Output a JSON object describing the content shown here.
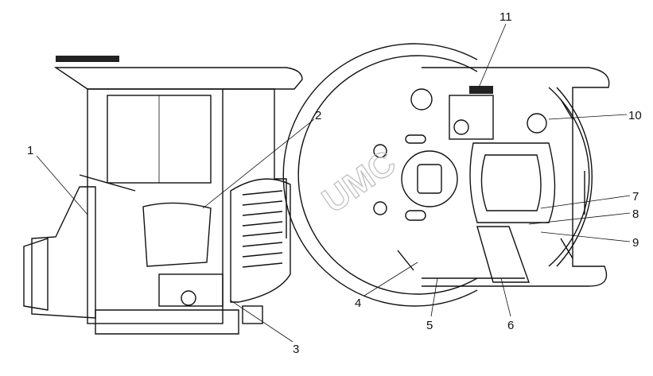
{
  "watermark": "UMC",
  "callouts": [
    {
      "label": "1"
    },
    {
      "label": "2"
    },
    {
      "label": "3"
    },
    {
      "label": "4"
    },
    {
      "label": "5"
    },
    {
      "label": "6"
    },
    {
      "label": "7"
    },
    {
      "label": "8"
    },
    {
      "label": "9"
    },
    {
      "label": "10"
    },
    {
      "label": "11"
    }
  ]
}
